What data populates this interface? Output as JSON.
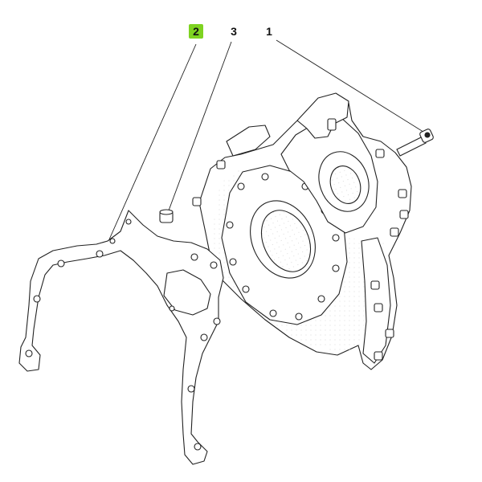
{
  "callouts": {
    "part_1": "1",
    "part_2": "2",
    "part_3": "3"
  },
  "highlight": {
    "part": "2",
    "color": "#7ed321"
  },
  "colors": {
    "line": "#222222",
    "background": "#ffffff"
  }
}
